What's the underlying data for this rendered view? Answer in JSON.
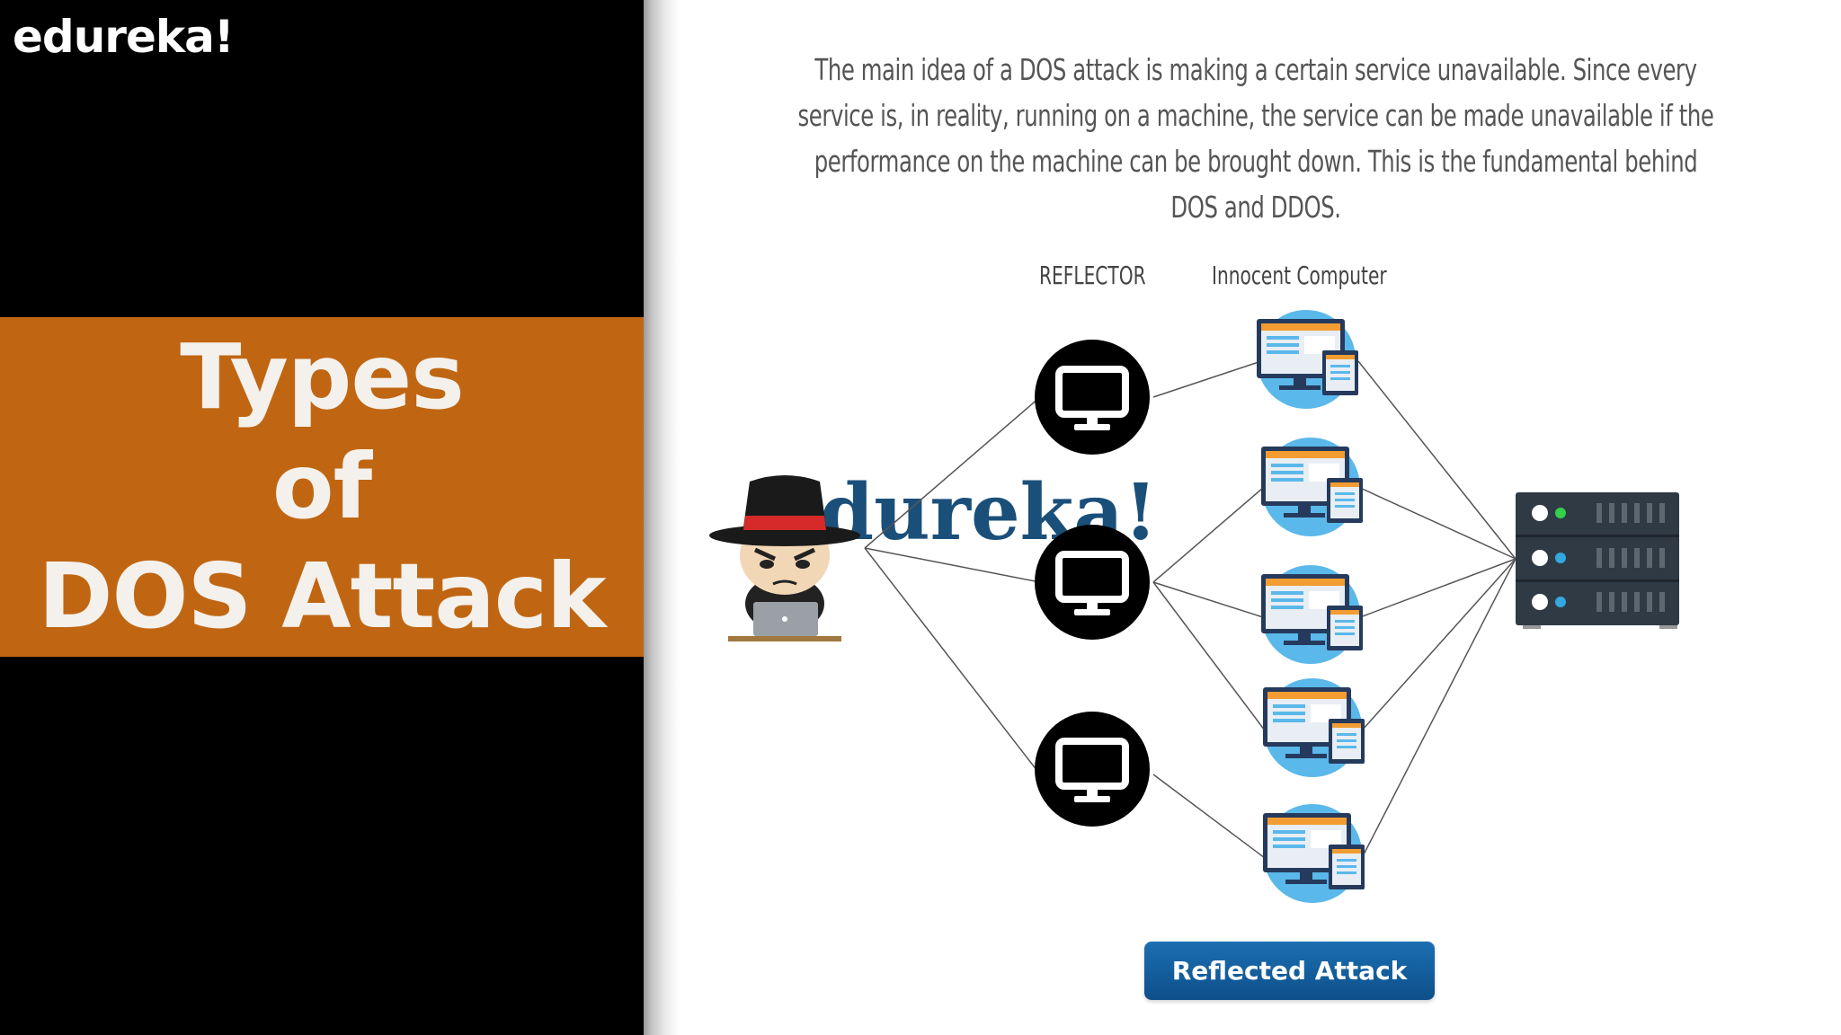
{
  "brand": {
    "logo_text": "edureka!",
    "watermark_text": "dureka!"
  },
  "title": {
    "lines": [
      "Types",
      "of",
      "DOS Attack"
    ]
  },
  "intro": {
    "text": "The main idea of a DOS attack is making a certain service unavailable. Since every service is, in reality, running on a machine, the service can be made unavailable if the performance on the machine can be brought down. This is the fundamental behind DOS and DDOS."
  },
  "diagram": {
    "reflector_label": "REFLECTOR",
    "innocent_label": "Innocent Computer",
    "nodes": {
      "attacker": "hacker-icon",
      "reflectors": [
        "monitor-icon",
        "monitor-icon",
        "monitor-icon"
      ],
      "innocent_computers": [
        "computer-icon",
        "computer-icon",
        "computer-icon",
        "computer-icon",
        "computer-icon"
      ],
      "target": "server-icon"
    }
  },
  "button": {
    "label": "Reflected Attack"
  },
  "colors": {
    "title_band": "#c06613",
    "button": "#125d9e",
    "watermark": "#1a4f7a",
    "server_body": "#2f3a45",
    "computer_circle": "#5bb8ea"
  }
}
